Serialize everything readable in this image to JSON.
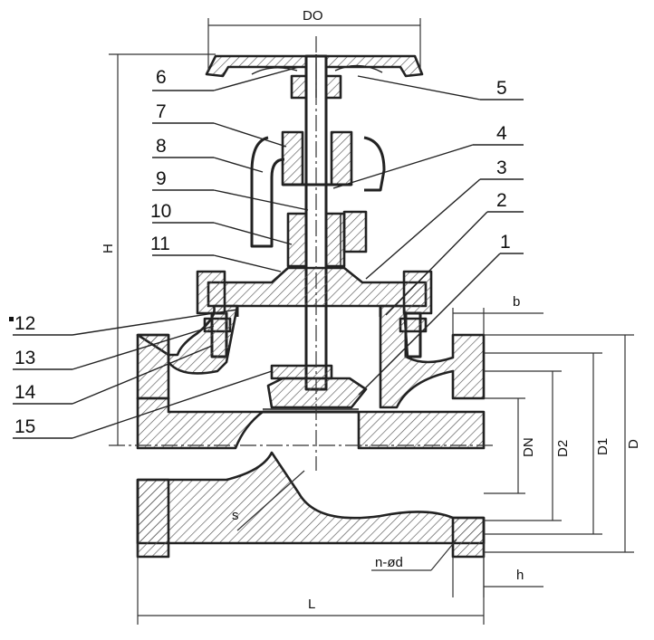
{
  "part_numbers": [
    "1",
    "2",
    "3",
    "4",
    "5",
    "6",
    "7",
    "8",
    "9",
    "10",
    "11",
    "12",
    "13",
    "14",
    "15"
  ],
  "dimensions": {
    "top_width": "DO",
    "height": "H",
    "length": "L",
    "nominal": "DN",
    "d2": "D2",
    "d1": "D1",
    "d": "D",
    "flange_b": "b",
    "flange_h": "h",
    "bolt_holes": "n-ød",
    "wall": "s"
  },
  "colors": {
    "line": "#222222",
    "background": "#ffffff"
  }
}
